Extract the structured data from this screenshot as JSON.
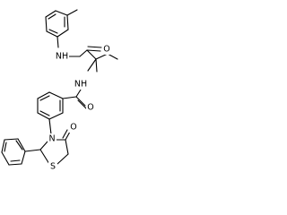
{
  "molecule": {
    "atom_labels": {
      "amide_nh_top": "NH",
      "amide_o_top": "O",
      "amide_nh_mid": "NH",
      "amide_o_mid": "O",
      "thiazolidine_n": "N",
      "thiazolidine_o": "O",
      "thiazolidine_s": "S"
    }
  }
}
